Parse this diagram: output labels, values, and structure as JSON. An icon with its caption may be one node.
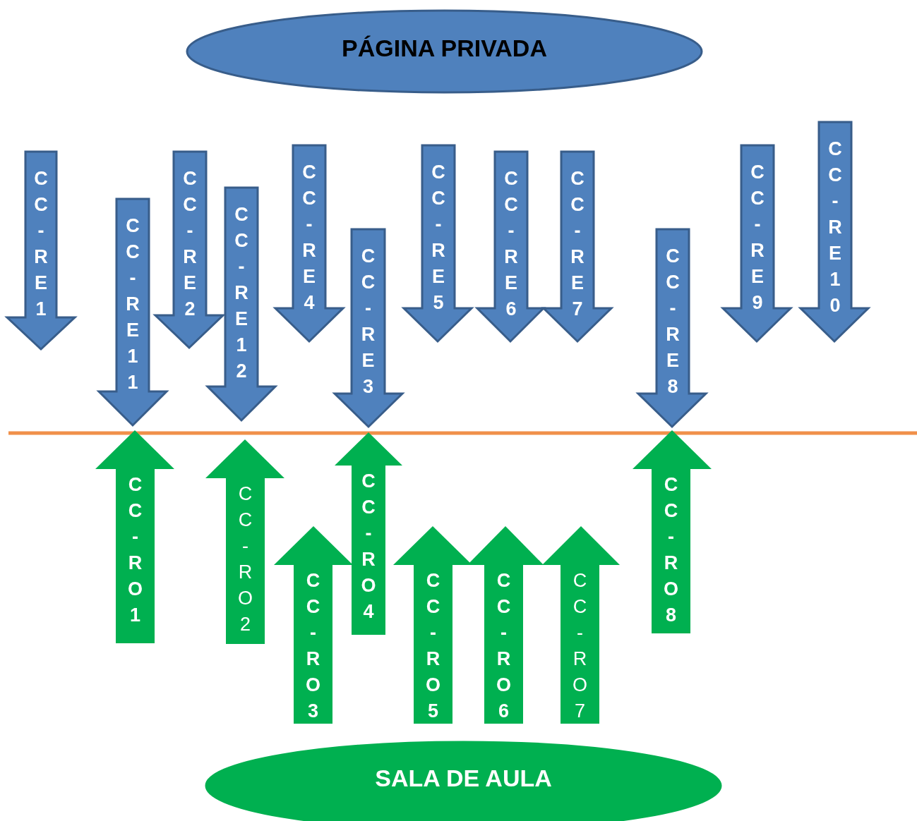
{
  "diagram": {
    "nodes": [
      {
        "text": [
          "PÁGINA PRIVADA"
        ]
      },
      {
        "text": [
          "CC-RE1"
        ]
      },
      {
        "text": [
          "CC-RE11"
        ]
      },
      {
        "text": [
          "CC-RE2"
        ]
      },
      {
        "text": [
          "CC-RE12"
        ]
      },
      {
        "text": [
          "CC-RE4"
        ]
      },
      {
        "text": [
          "CC-RE3"
        ]
      },
      {
        "text": [
          "CC-RE5"
        ]
      },
      {
        "text": [
          "CC-RE6"
        ]
      },
      {
        "text": [
          "CC-RE7"
        ]
      },
      {
        "text": [
          "CC-RE8"
        ]
      },
      {
        "text": [
          "CC-RE9"
        ]
      },
      {
        "text": [
          "CC-RE10"
        ]
      },
      {
        "text": [
          "CC-RO1"
        ]
      },
      {
        "text": [
          "CC-RO2"
        ]
      },
      {
        "text": [
          "CC-RO3"
        ]
      },
      {
        "text": [
          "CC-RO4"
        ]
      },
      {
        "text": [
          "CC-RO5"
        ]
      },
      {
        "text": [
          "CC-RO6"
        ]
      },
      {
        "text": [
          "CC-RO7"
        ]
      },
      {
        "text": [
          "CC-RO8"
        ]
      },
      {
        "text": [
          "SALA DE AULA"
        ]
      }
    ],
    "edges": []
  }
}
